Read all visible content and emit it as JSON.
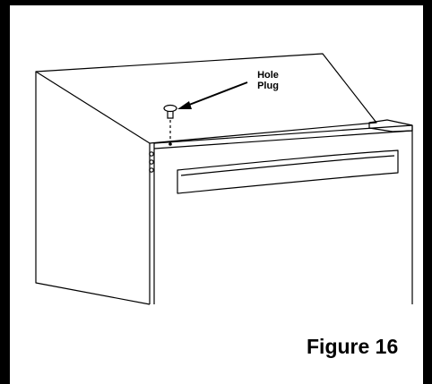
{
  "diagram": {
    "callout": {
      "line1": "Hole",
      "line2": "Plug"
    },
    "caption": "Figure 16"
  },
  "colors": {
    "ink": "#000000",
    "paper": "#ffffff"
  }
}
